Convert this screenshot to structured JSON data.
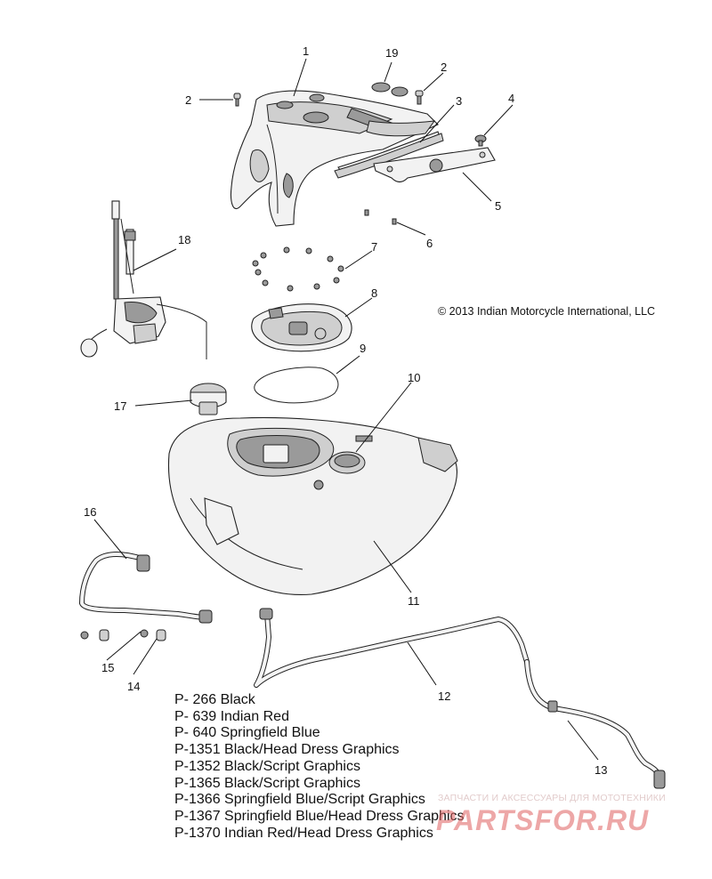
{
  "copyright": "© 2013 Indian Motorcycle International, LLC",
  "callouts": [
    "1",
    "2",
    "2",
    "3",
    "4",
    "5",
    "6",
    "7",
    "8",
    "9",
    "10",
    "11",
    "12",
    "13",
    "14",
    "15",
    "16",
    "17",
    "18",
    "19"
  ],
  "color_options": [
    "P- 266 Black",
    "P- 639 Indian Red",
    "P- 640 Springfield Blue",
    "P-1351 Black/Head Dress Graphics",
    "P-1352 Black/Script Graphics",
    "P-1365 Black/Script Graphics",
    "P-1366  Springfield Blue/Script Graphics",
    "P-1367  Springfield Blue/Head Dress Graphics",
    "P-1370 Indian Red/Head Dress Graphics"
  ],
  "watermark": {
    "tagline": "ЗАПЧАСТИ И АКСЕССУАРЫ ДЛЯ МОТОТЕХНИКИ",
    "brand": "PARTSFOR.RU",
    "color": "#e06060"
  }
}
